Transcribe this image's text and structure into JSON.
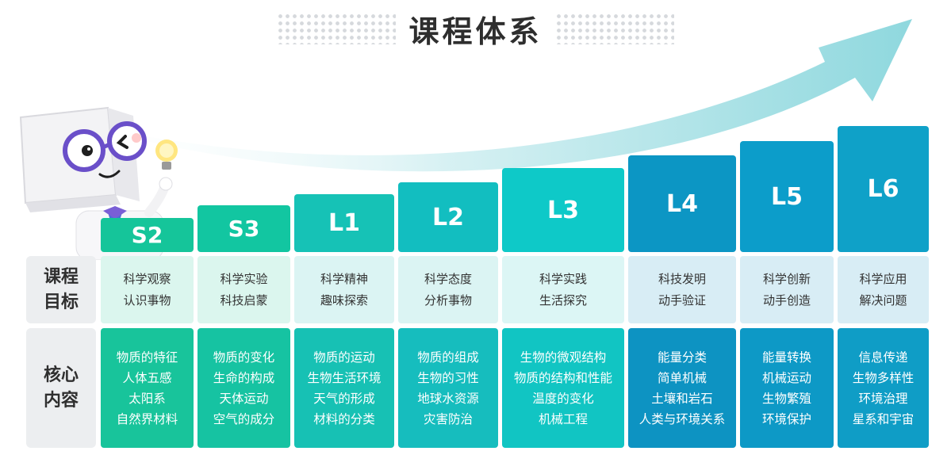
{
  "title": "课程体系",
  "row_labels": {
    "goals": "课程\n目标",
    "content": "核心\n内容"
  },
  "levels": [
    {
      "name": "S2",
      "goal": [
        "科学观察",
        "认识事物"
      ],
      "content": [
        "物质的特征",
        "人体五感",
        "太阳系",
        "自然界材料"
      ]
    },
    {
      "name": "S3",
      "goal": [
        "科学实验",
        "科技启蒙"
      ],
      "content": [
        "物质的变化",
        "生命的构成",
        "天体运动",
        "空气的成分"
      ]
    },
    {
      "name": "L1",
      "goal": [
        "科学精神",
        "趣味探索"
      ],
      "content": [
        "物质的运动",
        "生物生活环境",
        "天气的形成",
        "材料的分类"
      ]
    },
    {
      "name": "L2",
      "goal": [
        "科学态度",
        "分析事物"
      ],
      "content": [
        "物质的组成",
        "生物的习性",
        "地球水资源",
        "灾害防治"
      ]
    },
    {
      "name": "L3",
      "goal": [
        "科学实践",
        "生活探究"
      ],
      "content": [
        "生物的微观结构",
        "物质的结构和性能",
        "温度的变化",
        "机械工程"
      ]
    },
    {
      "name": "L4",
      "goal": [
        "科技发明",
        "动手验证"
      ],
      "content": [
        "能量分类",
        "简单机械",
        "土壤和岩石",
        "人类与环境关系"
      ]
    },
    {
      "name": "L5",
      "goal": [
        "科学创新",
        "动手创造"
      ],
      "content": [
        "能量转换",
        "机械运动",
        "生物繁殖",
        "环境保护"
      ]
    },
    {
      "name": "L6",
      "goal": [
        "科学应用",
        "解决问题"
      ],
      "content": [
        "信息传递",
        "生物多样性",
        "环境治理",
        "星系和宇宙"
      ]
    }
  ],
  "colors": {
    "levels": [
      "#15c59a",
      "#12c6a1",
      "#16c2b6",
      "#12bec0",
      "#0ec9c8",
      "#0c96c4",
      "#0c9dca",
      "#0fa1c8"
    ],
    "goal_bg": [
      "#dbf6ee",
      "#dbf6ee",
      "#dbf4f3",
      "#dbf4f3",
      "#dcf6f5",
      "#d8edf5",
      "#d8edf5",
      "#d8edf5"
    ],
    "content_bg": [
      "#18c49b",
      "#16c3a2",
      "#17c1b4",
      "#16bdbe",
      "#11c5c3",
      "#0d93c2",
      "#0d99c6",
      "#0f9dc6"
    ],
    "arrow": "#a9e1e6"
  }
}
